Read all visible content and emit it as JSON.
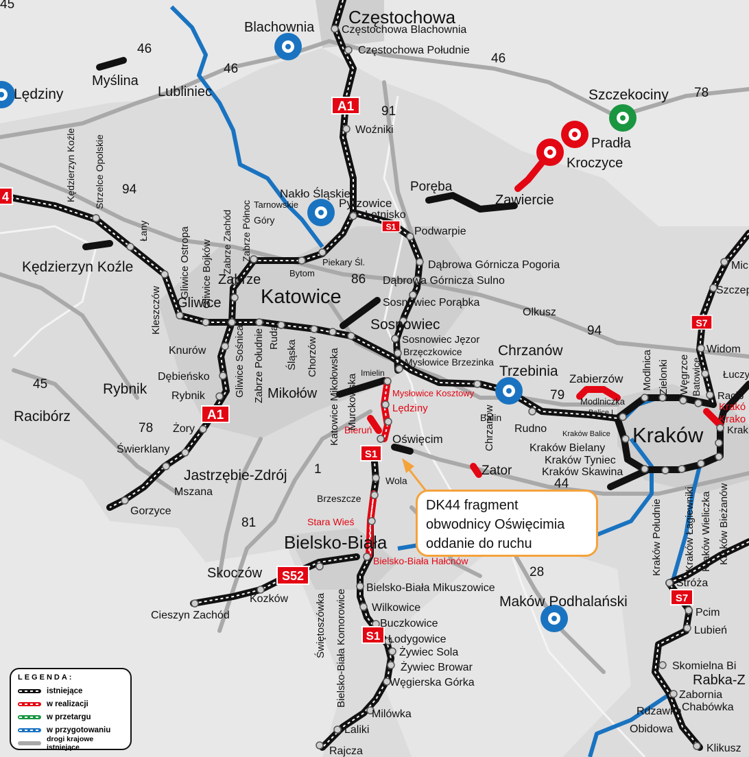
{
  "colors": {
    "existing": "#111111",
    "in_construction": "#e30613",
    "in_tender": "#1a9641",
    "in_preparation": "#1a73c0",
    "national_roads": "#a9a9a9",
    "callout_border": "#f5a23a"
  },
  "cities": {
    "czestochowa": "Częstochowa",
    "katowice": "Katowice",
    "krakow": "Kraków",
    "bielsko": "Bielsko-Biała",
    "gliwice": "Gliwice",
    "zabrze": "Zabrze",
    "sosnowiec": "Sosnowiec",
    "rybnik": "Rybnik",
    "raciborz": "Racibórz",
    "jastrzebie": "Jastrzębie-Zdrój",
    "chrzanow": "Chrzanów",
    "trzebinia": "Trzebinia",
    "oswiecim": "Oświęcim",
    "zator": "Zator",
    "skoczow": "Skoczów",
    "mikolow": "Mikołów",
    "kedzierzyn": "Kędzierzyn Koźle",
    "lubliniec": "Lubliniec",
    "myslina": "Myślina",
    "ledziny_left": "Lędziny",
    "blachownia": "Blachownia",
    "szczekociny": "Szczekociny",
    "pradla": "Pradła",
    "kroczyce": "Kroczyce",
    "zawiercie": "Zawiercie",
    "poreba": "Poręba",
    "makow": "Maków Podhalański",
    "olkusz": "Olkusz",
    "zabierzow": "Zabierzów",
    "rudno": "Rudno",
    "rabka": "Rabka-Z"
  },
  "nodes": {
    "cz_blachownia": "Częstochowa Blachownia",
    "cz_poludnie": "Częstochowa Południe",
    "wozniki": "Woźniki",
    "naklo": "Nakło Śląskie",
    "tarnowskie": "Tarnowskie",
    "gory": "Góry",
    "pyrzowice": "Pyrzowice",
    "lotnisko": "Lotnisko",
    "podwarpie": "Podwarpie",
    "piekary": "Piekary Śl.",
    "bytom": "Bytom",
    "dg_pogoria": "Dąbrowa Górnicza Pogoria",
    "dg_sulno": "Dąbrowa Górnicza Sulno",
    "sosn_porabka": "Sosnowiec Porąbka",
    "sosn_jezor": "Sosnowiec Jęzor",
    "brzeczkowice": "Brzęczkowice",
    "mysl_brzezinka": "Mysłowice Brzezinka",
    "imielin": "Imielin",
    "mysl_kosztowy": "Mysłowice Kosztowy",
    "ledziny": "Lędziny",
    "bierun": "Bieruń",
    "wola": "Wola",
    "brzeszcze": "Brzeszcze",
    "stara_wies": "Stara Wieś",
    "bb_hałcnow": "Bielsko-Biała Hałcnów",
    "bb_mikuszowice": "Bielsko-Biała Mikuszowice",
    "wilkowice": "Wilkowice",
    "buczkowice": "Buczkowice",
    "lodygowice": "Łodygowice",
    "zywiec_sola": "Żywiec Sola",
    "zywiec_browar": "Żywiec Browar",
    "wegierska": "Węgierska Górka",
    "milowka": "Milówka",
    "laliki": "Laliki",
    "rajcza": "Rajcza",
    "swietoszowka": "Świętoszówka",
    "bb_komorowice": "Bielsko-Biała Komorowice",
    "kozkow": "Kozków",
    "cieszyn": "Cieszyn Zachód",
    "gorzyce": "Gorzyce",
    "mszana": "Mszana",
    "swierklany": "Świerklany",
    "zory": "Żory",
    "rybnik_n": "Rybnik",
    "debiensko": "Dębieńsko",
    "knurow": "Knurów",
    "kleszczow": "Kleszczów",
    "gliwice_ostropa": "Gliwice Ostropa",
    "gliwice_bojkow": "Gliwice Bojków",
    "zabrze_zachod": "Zabrze Zachód",
    "zabrze_polnoc": "Zabrze Północ",
    "gliwice_sosnica": "Gliwice Sośnica",
    "zabrze_poludnie": "Zabrze Południe",
    "ruda": "Ruda",
    "slaska": "Śląska",
    "chorzow": "Chorzów",
    "katowice_mikolowska": "Katowice Mikołowska",
    "murckowska": "Murckowska",
    "kedz_kozle_v": "Kędzierzyn Koźle",
    "strzelce": "Strzelce Opolskie",
    "lany": "Łany",
    "balin": "Balin",
    "chrzanow_v": "Chrzanów",
    "modlniczka": "Modlniczka",
    "balice1": "Balice I",
    "krakow_balice": "Kraków Balice",
    "modlnica": "Modlnica",
    "zielonki": "Zielonki",
    "wegrzce": "Węgrzce",
    "batowice": "Batowice",
    "kr_bielany": "Kraków Bielany",
    "kr_tyniec": "Kraków Tyniec",
    "kr_skawina": "Kraków Skawina",
    "kr_poludnie": "Kraków Południe",
    "kr_lagiewniki": "Kraków Łagiewniki",
    "kr_wieliczka": "Kraków Wieliczka",
    "kr_biezanow": "Kraków Bieżanów",
    "mich": "Mic",
    "szczep": "Szczep",
    "widom": "Widom",
    "luczy": "Łuczy",
    "racib": "Racib",
    "krak1": "Krakó",
    "krak2": "Krako",
    "krak3": "Krak",
    "stroza": "Stróża",
    "pcim": "Pcim",
    "lubien": "Lubień",
    "skomielna": "Skomielna Bi",
    "zabornia": "Zabornia",
    "chabowka": "Chabówka",
    "rdzawka": "Rdzawka",
    "obidowa": "Obidowa",
    "klikusz": "Klikusz"
  },
  "roads": {
    "a1_top": "A1",
    "a1_bottom": "A1",
    "s1_top": "S1",
    "s1_mid": "S1",
    "s1_bottom": "S1",
    "s52": "S52",
    "s7_top": "S7",
    "s7_bottom": "S7",
    "a4_left": "4",
    "n46a": "46",
    "n46b": "46",
    "n46c": "46",
    "n91": "91",
    "n94a": "94",
    "n94b": "94",
    "n86": "86",
    "n79": "79",
    "n78a": "78",
    "n78b": "78",
    "n45a": "45",
    "n45b": "45",
    "n1": "1",
    "n81": "81",
    "n44": "44",
    "n28": "28"
  },
  "callout": {
    "line1": "DK44 fragment",
    "line2": "obwodnicy Oświęcimia",
    "line3": "oddanie do ruchu"
  },
  "legend": {
    "title": "LEGENDA:",
    "existing": "istniejące",
    "in_construction": "w realizacji",
    "in_tender": "w przetargu",
    "in_preparation": "w przygotowaniu",
    "national_roads": "drogi krajowe istniejące"
  }
}
